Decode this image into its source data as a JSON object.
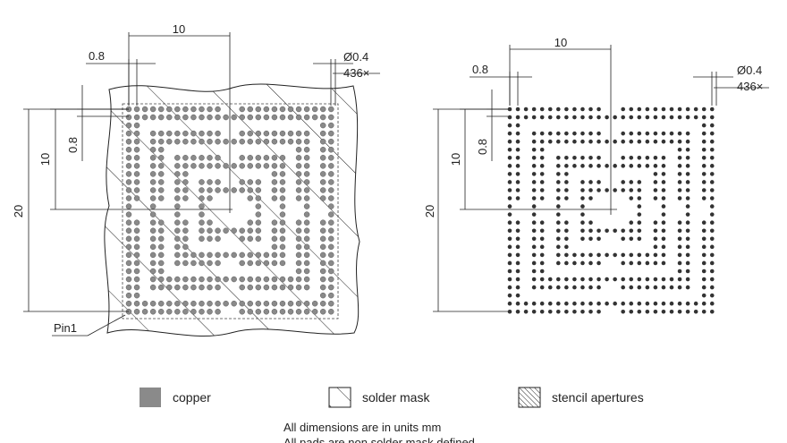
{
  "left_view": {
    "dim_width": "10",
    "dim_pitch_top": "0.8",
    "dim_diameter": "Ø0.4",
    "dim_count": "436×",
    "dim_height_outer": "20",
    "dim_height_inner": "10",
    "dim_pitch_side": "0.8",
    "pin_label": "Pin1"
  },
  "right_view": {
    "dim_width": "10",
    "dim_pitch_top": "0.8",
    "dim_diameter": "Ø0.4",
    "dim_count": "436×",
    "dim_height_outer": "20",
    "dim_height_inner": "10",
    "dim_pitch_side": "0.8"
  },
  "legend": [
    {
      "label": "copper"
    },
    {
      "label": "solder mask"
    },
    {
      "label": "stencil apertures"
    }
  ],
  "notes": [
    "All dimensions are in units mm",
    "All pads are non solder mask defined"
  ],
  "colors": {
    "copper": "#8a8a8a",
    "stencil_dot": "#333333",
    "line": "#222222"
  }
}
